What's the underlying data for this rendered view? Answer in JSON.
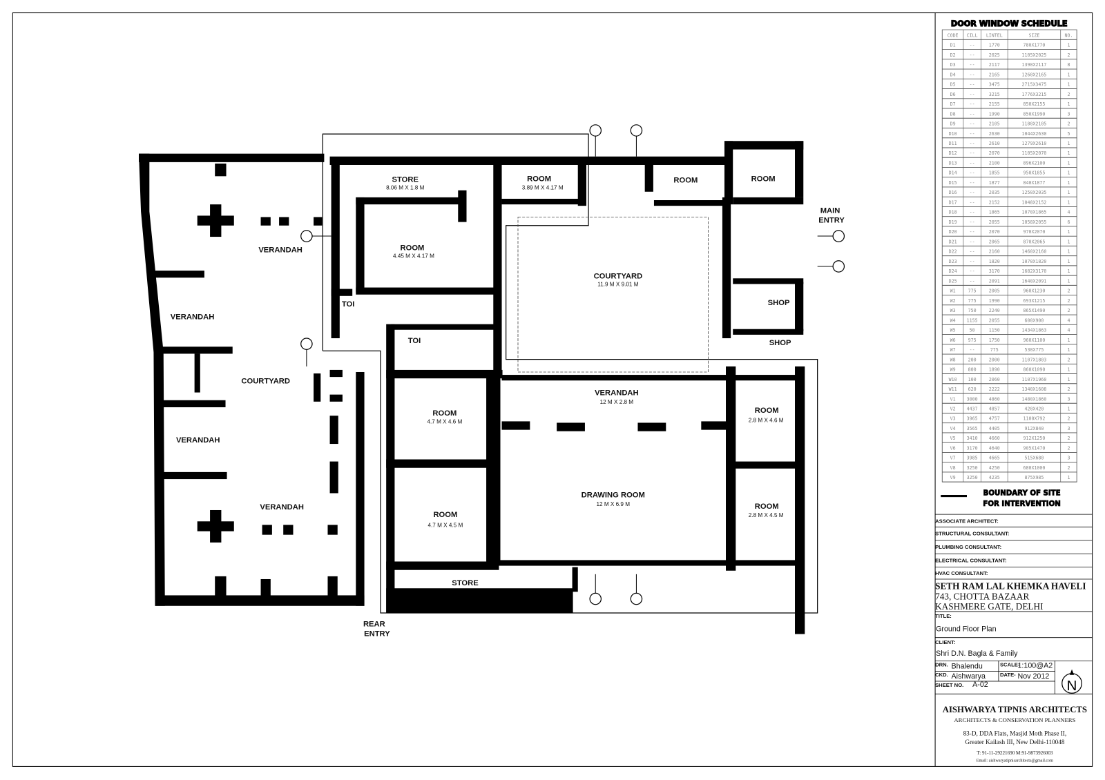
{
  "schedule": {
    "title": "DOOR WINDOW SCHEDULE",
    "headers": [
      "CODE",
      "CILL",
      "LINTEL",
      "SIZE",
      "NO."
    ],
    "rows": [
      {
        "code": "D1",
        "cill": "--",
        "lintel": "1770",
        "size": "780X1770",
        "no": "1"
      },
      {
        "code": "D2",
        "cill": "--",
        "lintel": "2025",
        "size": "1105X2025",
        "no": "2"
      },
      {
        "code": "D3",
        "cill": "--",
        "lintel": "2117",
        "size": "1390X2117",
        "no": "8"
      },
      {
        "code": "D4",
        "cill": "--",
        "lintel": "2165",
        "size": "1260X2165",
        "no": "1"
      },
      {
        "code": "D5",
        "cill": "--",
        "lintel": "3475",
        "size": "2715X3475",
        "no": "1"
      },
      {
        "code": "D6",
        "cill": "--",
        "lintel": "3215",
        "size": "1776X3215",
        "no": "2"
      },
      {
        "code": "D7",
        "cill": "--",
        "lintel": "2155",
        "size": "850X2155",
        "no": "1"
      },
      {
        "code": "D8",
        "cill": "--",
        "lintel": "1990",
        "size": "850X1990",
        "no": "3"
      },
      {
        "code": "D9",
        "cill": "--",
        "lintel": "2105",
        "size": "1180X2105",
        "no": "2"
      },
      {
        "code": "D10",
        "cill": "--",
        "lintel": "2630",
        "size": "1044X2630",
        "no": "5"
      },
      {
        "code": "D11",
        "cill": "--",
        "lintel": "2610",
        "size": "1279X2610",
        "no": "1"
      },
      {
        "code": "D12",
        "cill": "--",
        "lintel": "2070",
        "size": "1105X2070",
        "no": "1"
      },
      {
        "code": "D13",
        "cill": "--",
        "lintel": "2100",
        "size": "896X2100",
        "no": "1"
      },
      {
        "code": "D14",
        "cill": "--",
        "lintel": "1855",
        "size": "950X1855",
        "no": "1"
      },
      {
        "code": "D15",
        "cill": "--",
        "lintel": "1877",
        "size": "840X1877",
        "no": "1"
      },
      {
        "code": "D16",
        "cill": "--",
        "lintel": "2035",
        "size": "1250X2035",
        "no": "1"
      },
      {
        "code": "D17",
        "cill": "--",
        "lintel": "2152",
        "size": "1048X2152",
        "no": "1"
      },
      {
        "code": "D18",
        "cill": "--",
        "lintel": "1865",
        "size": "1070X1865",
        "no": "4"
      },
      {
        "code": "D19",
        "cill": "--",
        "lintel": "2055",
        "size": "1058X2055",
        "no": "6"
      },
      {
        "code": "D20",
        "cill": "--",
        "lintel": "2070",
        "size": "970X2070",
        "no": "1"
      },
      {
        "code": "D21",
        "cill": "--",
        "lintel": "2065",
        "size": "870X2065",
        "no": "1"
      },
      {
        "code": "D22",
        "cill": "--",
        "lintel": "2160",
        "size": "1460X2160",
        "no": "1"
      },
      {
        "code": "D23",
        "cill": "--",
        "lintel": "1820",
        "size": "1070X1820",
        "no": "1"
      },
      {
        "code": "D24",
        "cill": "--",
        "lintel": "3170",
        "size": "1682X3170",
        "no": "1"
      },
      {
        "code": "D25",
        "cill": "--",
        "lintel": "2091",
        "size": "1640X2091",
        "no": "1"
      },
      {
        "code": "W1",
        "cill": "775",
        "lintel": "2005",
        "size": "960X1230",
        "no": "2"
      },
      {
        "code": "W2",
        "cill": "775",
        "lintel": "1990",
        "size": "693X1215",
        "no": "2"
      },
      {
        "code": "W3",
        "cill": "750",
        "lintel": "2240",
        "size": "865X1490",
        "no": "2"
      },
      {
        "code": "W4",
        "cill": "1155",
        "lintel": "2055",
        "size": "600X900",
        "no": "4"
      },
      {
        "code": "W5",
        "cill": "50",
        "lintel": "1150",
        "size": "1434X1863",
        "no": "4"
      },
      {
        "code": "W6",
        "cill": "975",
        "lintel": "1750",
        "size": "960X1100",
        "no": "1"
      },
      {
        "code": "W7",
        "cill": "--",
        "lintel": "775",
        "size": "530X775",
        "no": "1"
      },
      {
        "code": "W8",
        "cill": "200",
        "lintel": "2000",
        "size": "1107X1803",
        "no": "2"
      },
      {
        "code": "W9",
        "cill": "800",
        "lintel": "1890",
        "size": "860X1090",
        "no": "1"
      },
      {
        "code": "W10",
        "cill": "100",
        "lintel": "2060",
        "size": "1107X1960",
        "no": "1"
      },
      {
        "code": "W11",
        "cill": "620",
        "lintel": "2222",
        "size": "1340X1608",
        "no": "2"
      },
      {
        "code": "V1",
        "cill": "3000",
        "lintel": "4860",
        "size": "1480X1860",
        "no": "3"
      },
      {
        "code": "V2",
        "cill": "4437",
        "lintel": "4857",
        "size": "420X420",
        "no": "1"
      },
      {
        "code": "V3",
        "cill": "3965",
        "lintel": "4757",
        "size": "1100X792",
        "no": "2"
      },
      {
        "code": "V4",
        "cill": "3565",
        "lintel": "4405",
        "size": "912X840",
        "no": "3"
      },
      {
        "code": "V5",
        "cill": "3410",
        "lintel": "4660",
        "size": "912X1250",
        "no": "2"
      },
      {
        "code": "V6",
        "cill": "3170",
        "lintel": "4640",
        "size": "905X1470",
        "no": "2"
      },
      {
        "code": "V7",
        "cill": "3985",
        "lintel": "4665",
        "size": "515X680",
        "no": "3"
      },
      {
        "code": "V8",
        "cill": "3250",
        "lintel": "4250",
        "size": "680X1000",
        "no": "2"
      },
      {
        "code": "V9",
        "cill": "3250",
        "lintel": "4235",
        "size": "875X985",
        "no": "1"
      }
    ]
  },
  "legend": {
    "line1": "BOUNDARY OF SITE",
    "line2": "FOR INTERVENTION"
  },
  "title_block": {
    "consultants": [
      "ASSOCIATE ARCHITECT:",
      "STRUCTURAL CONSULTANT:",
      "PLUMBING CONSULTANT:",
      "ELECTRICAL CONSULTANT:",
      "HVAC CONSULTANT:"
    ],
    "project": [
      "SETH RAM LAL KHEMKA HAVELI",
      "743, CHOTTA BAZAAR",
      "KASHMERE GATE, DELHI"
    ],
    "title_label": "TITLE:",
    "title": "Ground Floor Plan",
    "client_label": "CLIENT:",
    "client": "Shri D.N. Bagla & Family",
    "drn_label": "DRN.",
    "drn": "Bhalendu",
    "ckd_label": "CKD.",
    "ckd": "Aishwarya",
    "scale_label": "SCALE-",
    "scale": "1:100@A2",
    "date_label": "DATE-",
    "date": "Nov 2012",
    "sheet_label": "SHEET NO.",
    "sheet": "A-02",
    "north": "N",
    "firm": "AISHWARYA TIPNIS ARCHITECTS",
    "firm_sub": "ARCHITECTS & CONSERVATION PLANNERS",
    "address1": "83-D, DDA Flats, Masjid Moth Phase II,",
    "address2": "Greater Kailash III, New Delhi-110048",
    "phone": "T: 91-11-29221690 M:91-9873926003",
    "email": "Email: aishwaryatipnisarchitects@gmail.com"
  },
  "plan": {
    "rooms": [
      {
        "name": "STORE",
        "dims": "8.06 M X 1.8 M"
      },
      {
        "name": "ROOM",
        "dims": "3.89 M X 4.17 M"
      },
      {
        "name": "ROOM"
      },
      {
        "name": "ROOM"
      },
      {
        "name": "ROOM",
        "dims": "4.45 M X 4.17 M"
      },
      {
        "name": "COURTYARD",
        "dims": "11.9 M X 9.01 M"
      },
      {
        "name": "VERANDAH"
      },
      {
        "name": "VERANDAH"
      },
      {
        "name": "TOI"
      },
      {
        "name": "TOI"
      },
      {
        "name": "SHOP"
      },
      {
        "name": "SHOP"
      },
      {
        "name": "COURTYARD"
      },
      {
        "name": "VERANDAH"
      },
      {
        "name": "ROOM",
        "dims": "4.7 M X 4.6 M"
      },
      {
        "name": "VERANDAH",
        "dims": "12 M X 2.8 M"
      },
      {
        "name": "ROOM",
        "dims": "2.8 M X 4.6 M"
      },
      {
        "name": "DRAWING ROOM",
        "dims": "12 M X 6.9 M"
      },
      {
        "name": "ROOM",
        "dims": "4.7 M X 4.5 M"
      },
      {
        "name": "ROOM",
        "dims": "2.8 M X 4.5 M"
      },
      {
        "name": "VERANDAH"
      },
      {
        "name": "STORE"
      }
    ],
    "main_entry": [
      "MAIN",
      "ENTRY"
    ],
    "rear_entry": [
      "REAR",
      "ENTRY"
    ]
  }
}
